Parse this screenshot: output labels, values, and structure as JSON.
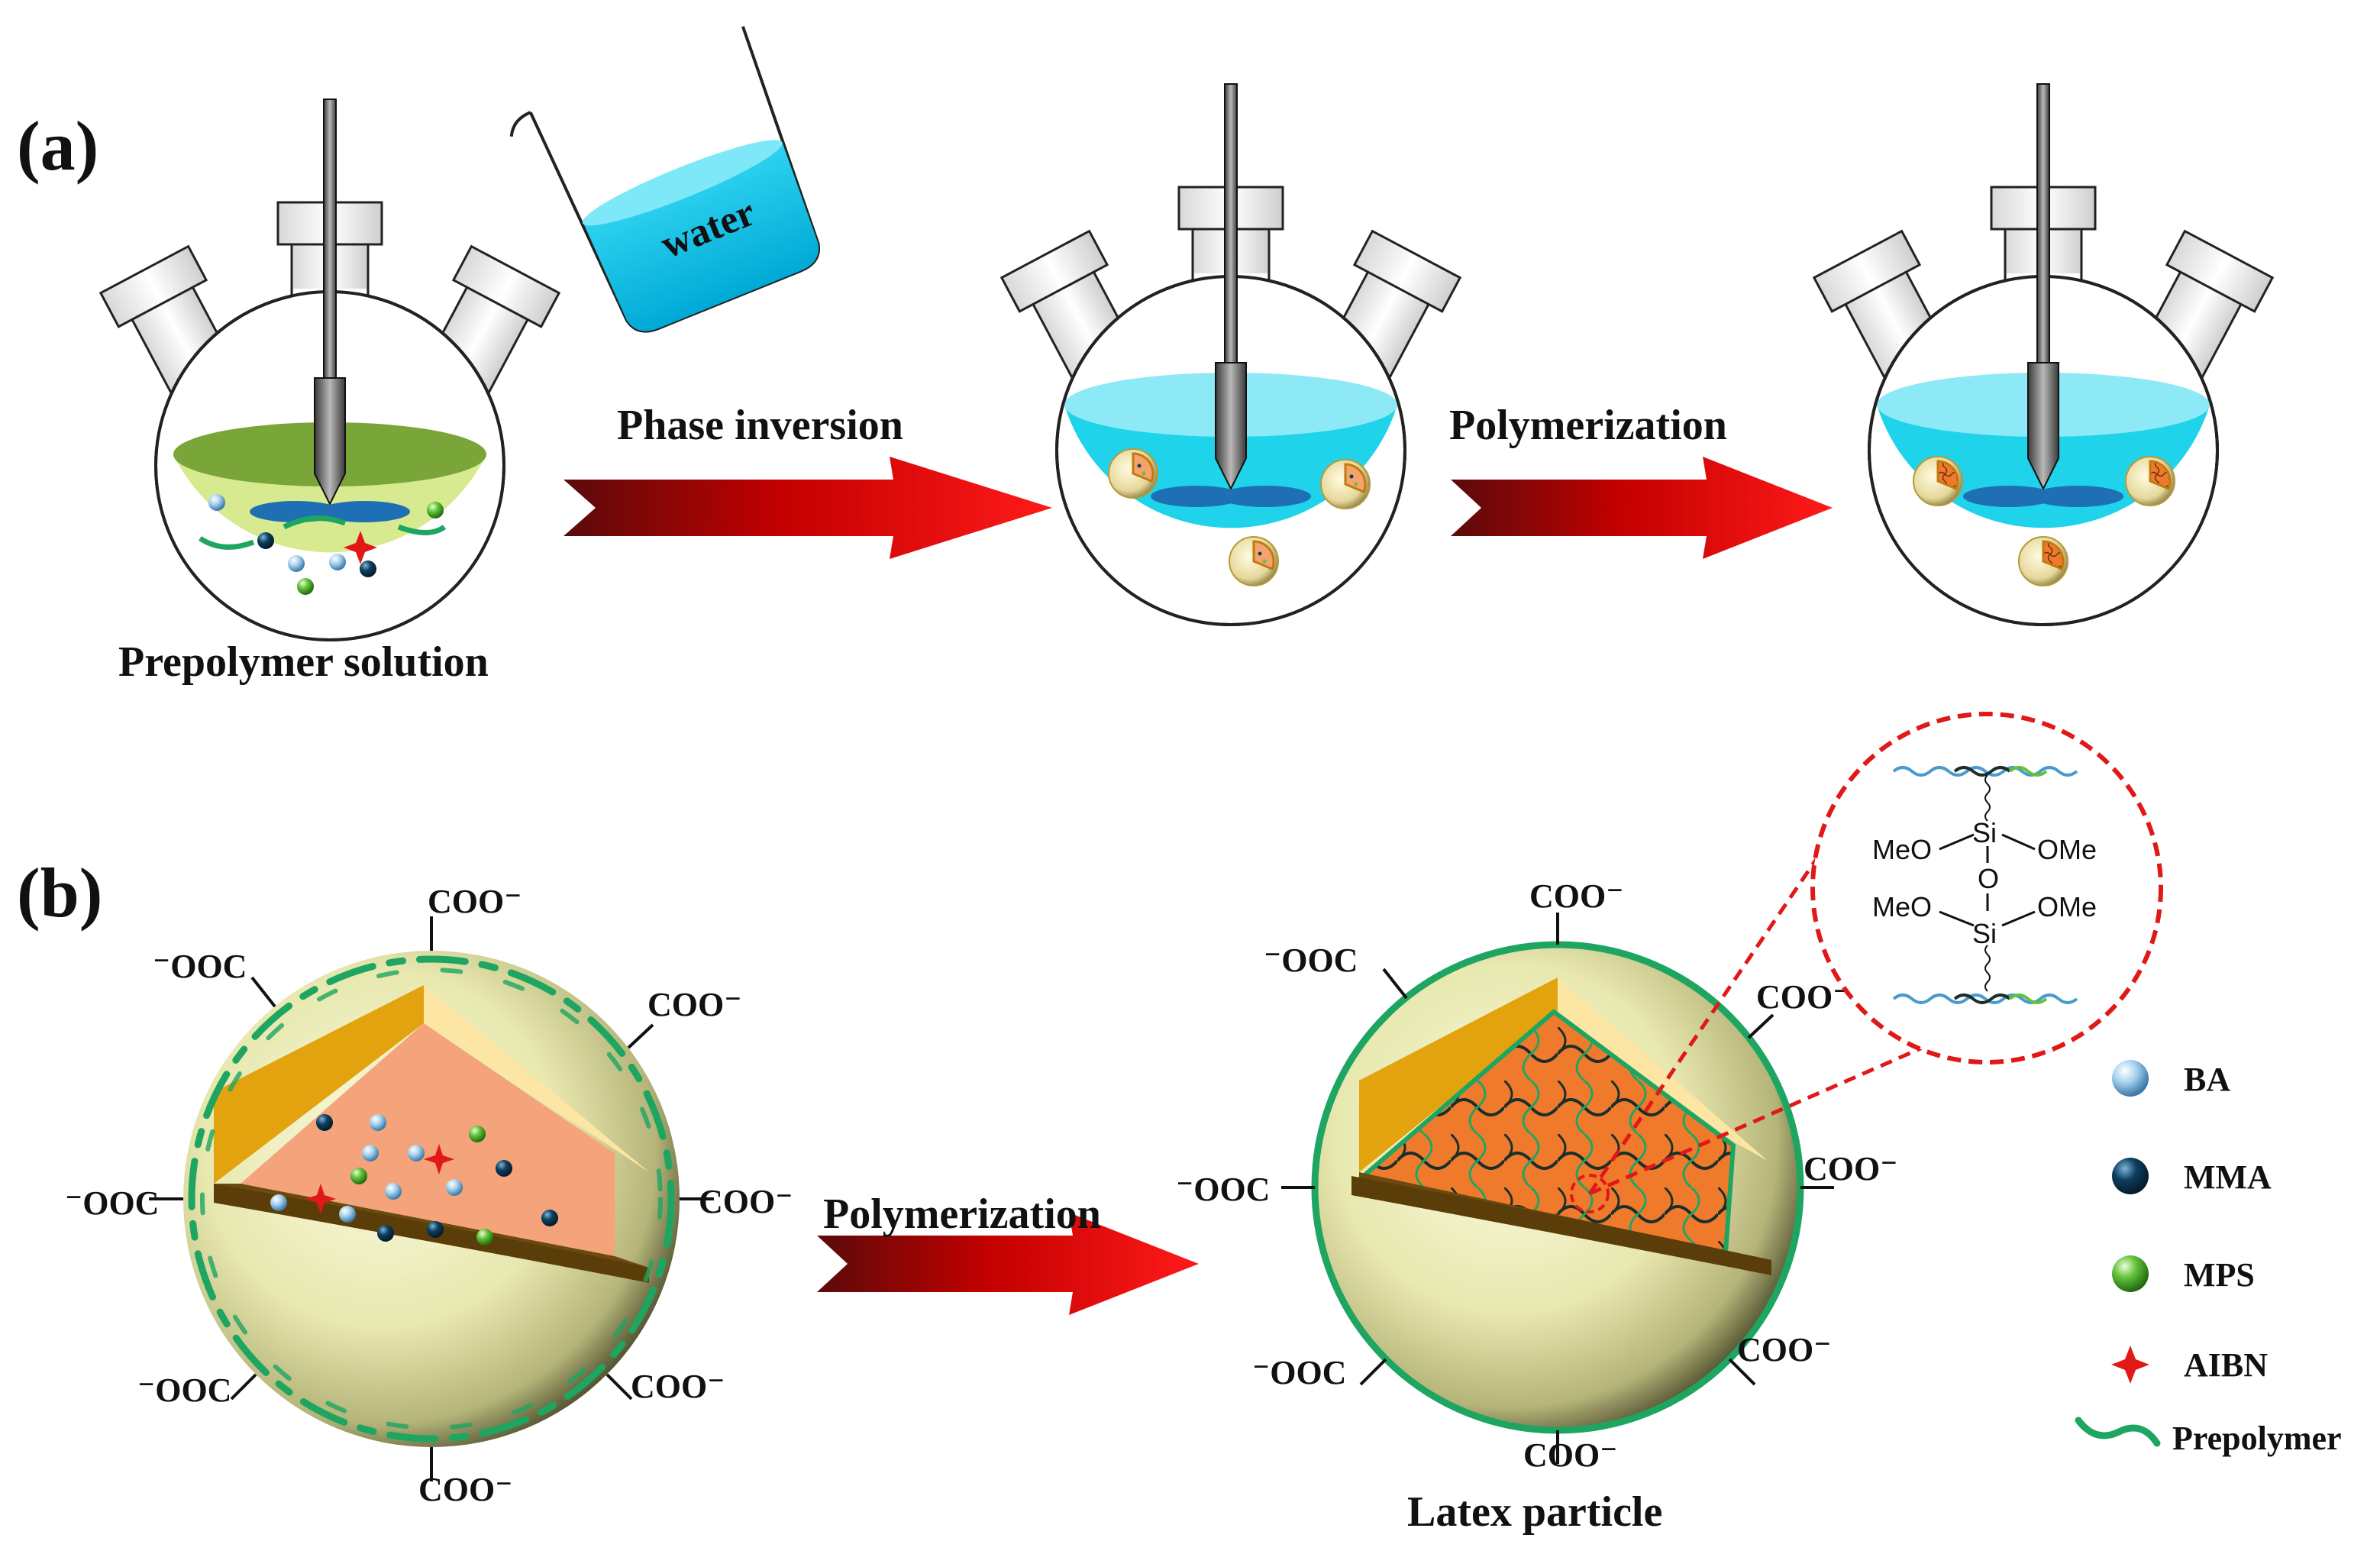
{
  "panel_a": {
    "label": "(a)",
    "water_label": "water",
    "caption_flask1": "Prepolymer solution",
    "arrow1_label": "Phase inversion",
    "arrow2_label": "Polymerization"
  },
  "panel_b": {
    "label": "(b)",
    "arrow_label": "Polymerization",
    "caption_particle": "Latex particle",
    "left_groups": [
      "COO⁻",
      "⁻OOC",
      "COO⁻",
      "⁻OOC",
      "COO⁻",
      "⁻OOC",
      "COO⁻",
      "COO⁻"
    ],
    "right_groups": [
      "COO⁻",
      "⁻OOC",
      "COO⁻",
      "⁻OOC",
      "COO⁻",
      "⁻OOC",
      "COO⁻",
      "COO⁻"
    ],
    "zoom": {
      "si": "Si",
      "o": "O",
      "meo": "MeO",
      "ome": "OMe"
    }
  },
  "legend": {
    "items": [
      {
        "key": "ba",
        "label": "BA",
        "color": "#a9d3ef"
      },
      {
        "key": "mma",
        "label": "MMA",
        "color": "#0d3f5f"
      },
      {
        "key": "mps",
        "label": "MPS",
        "color": "#62c239"
      },
      {
        "key": "aibn",
        "label": "AIBN",
        "color": "#e01818"
      },
      {
        "key": "prepolymer",
        "label": "Prepolymer",
        "color": "#1ea561"
      }
    ]
  }
}
